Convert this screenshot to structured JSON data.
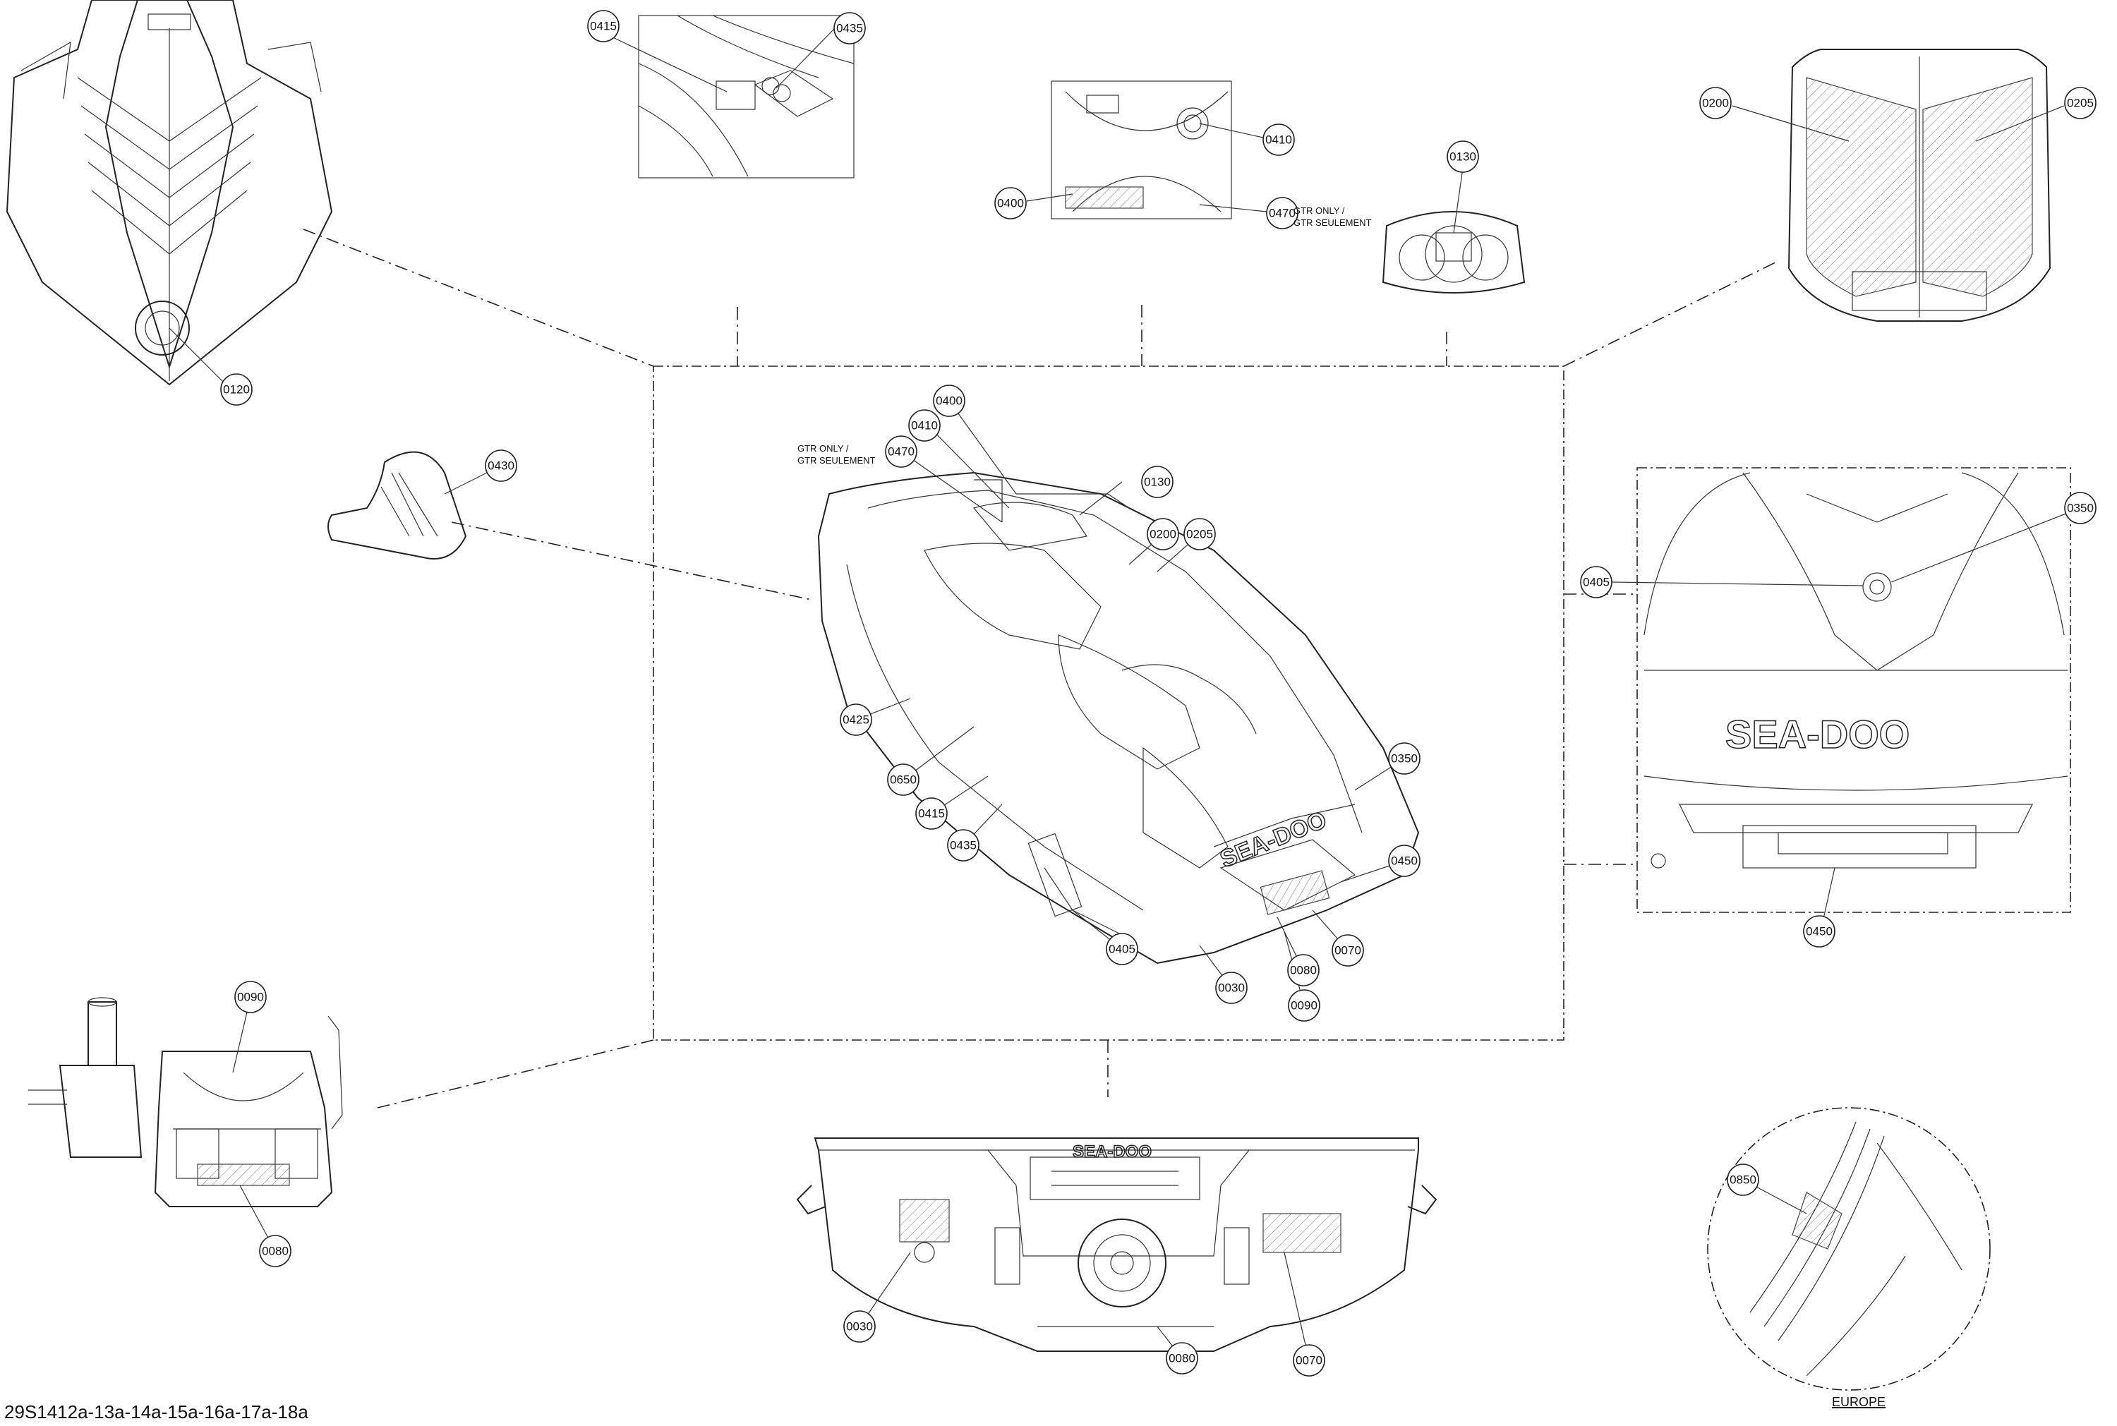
{
  "diagram_code": "29S1412a-13a-14a-15a-16a-17a-18a",
  "region_label": "EUROPE",
  "gtr_note_line1": "GTR ONLY /",
  "gtr_note_line2": "GTR SEULEMENT",
  "brand_mark": "SEA-DOO",
  "callouts": {
    "c0120": "0120",
    "c0415a": "0415",
    "c0435a": "0435",
    "c0410a": "0410",
    "c0400a": "0400",
    "c0470a": "0470",
    "c0130a": "0130",
    "c0200a": "0200",
    "c0205a": "0205",
    "c0430": "0430",
    "c0400b": "0400",
    "c0410b": "0410",
    "c0470b": "0470",
    "c0130b": "0130",
    "c0200b": "0200",
    "c0205b": "0205",
    "c0425": "0425",
    "c0650": "0650",
    "c0415b": "0415",
    "c0435b": "0435",
    "c0350a": "0350",
    "c0450a": "0450",
    "c0405a": "0405",
    "c0030a": "0030",
    "c0080a": "0080",
    "c0070a": "0070",
    "c0090a": "0090",
    "c0405b": "0405",
    "c0350b": "0350",
    "c0450b": "0450",
    "c0090b": "0090",
    "c0080b": "0080",
    "c0030b": "0030",
    "c0080c": "0080",
    "c0070b": "0070",
    "c0850": "0850"
  }
}
